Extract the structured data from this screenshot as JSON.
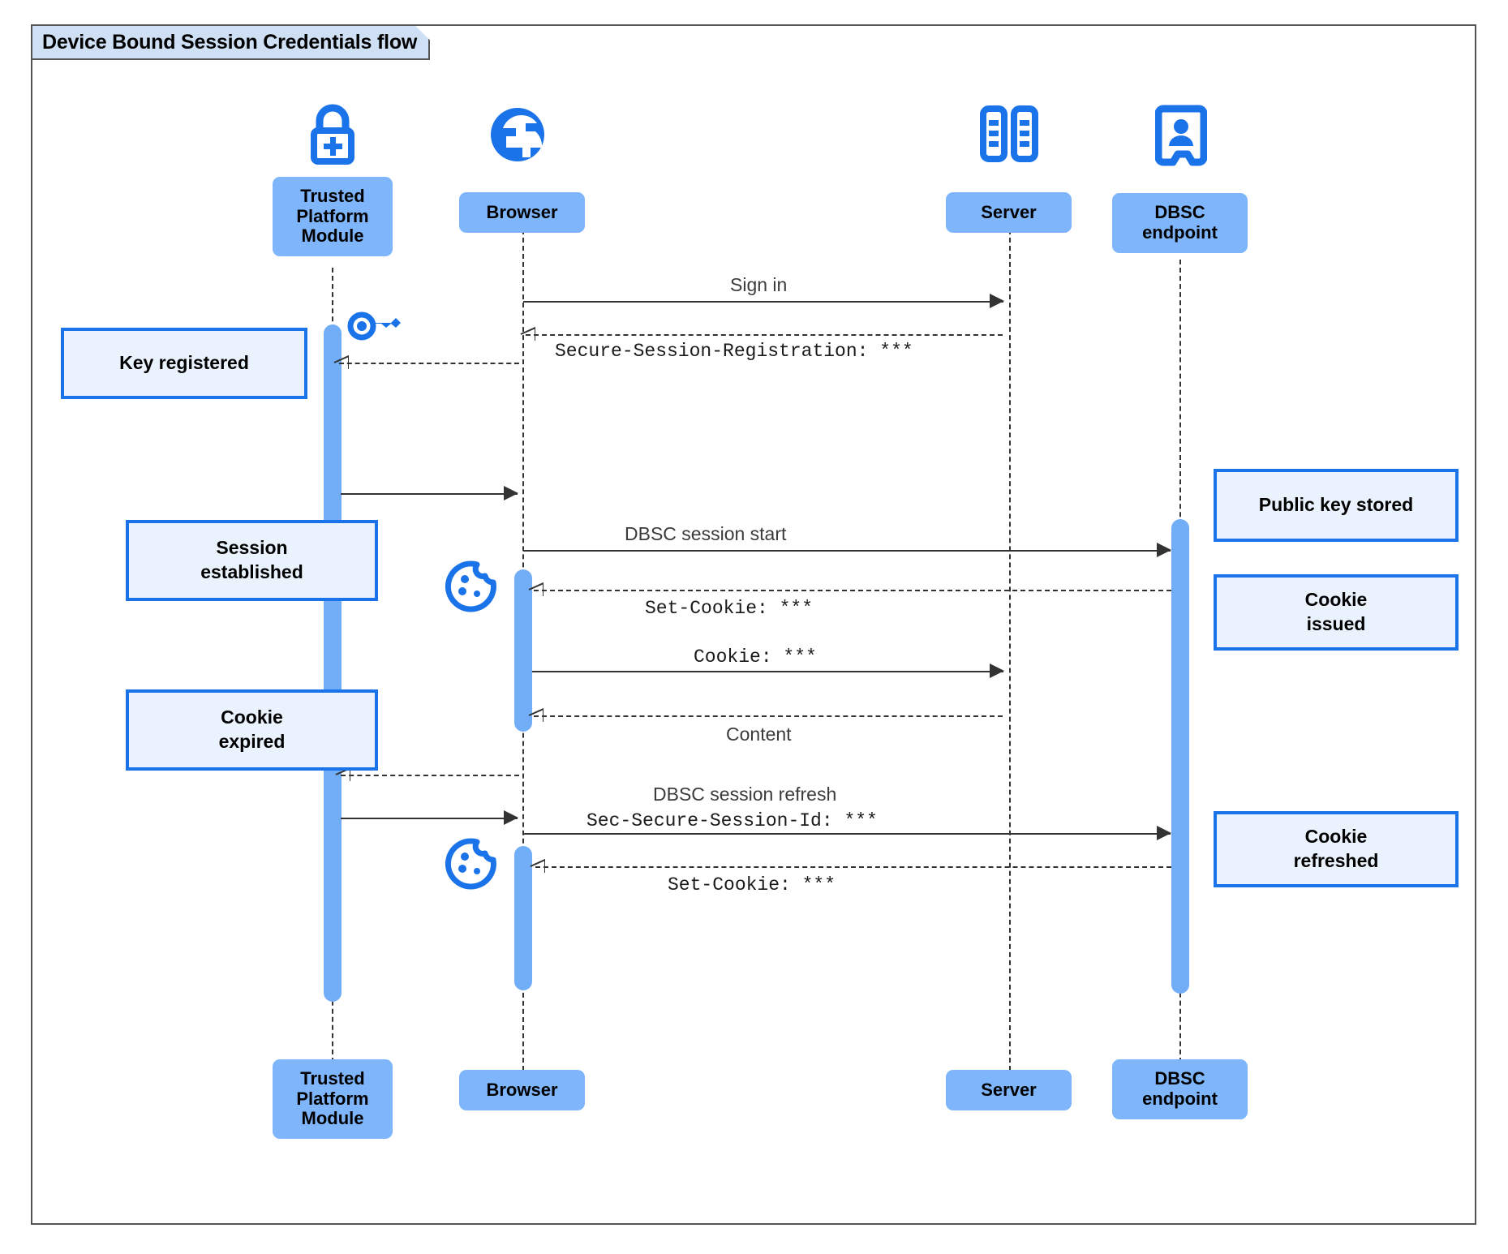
{
  "diagram": {
    "title": "Device Bound Session Credentials flow",
    "type": "uml-sequence-diagram",
    "colors": {
      "participant_fill": "#7eb5fb",
      "activation_fill": "#72aef8",
      "note_fill": "#eaf2fd",
      "note_border": "#1a73e8",
      "icon_blue": "#1a73e8",
      "title_fill": "#cfe0f5",
      "frame_border": "#555555",
      "lifeline": "#333333"
    }
  },
  "participants": [
    {
      "id": "tpm",
      "label": "Trusted\nPlatform\nModule",
      "label_line1": "Trusted",
      "label_line2": "Platform",
      "label_line3": "Module",
      "icon": "padlock-plus-icon"
    },
    {
      "id": "browser",
      "label": "Browser",
      "icon": "globe-icon"
    },
    {
      "id": "server",
      "label": "Server",
      "icon": "server-rack-icon"
    },
    {
      "id": "dbsc",
      "label": "DBSC\nendpoint",
      "label_line1": "DBSC",
      "label_line2": "endpoint",
      "icon": "id-badge-icon"
    }
  ],
  "messages": [
    {
      "id": "m1",
      "from": "browser",
      "to": "server",
      "text": "Sign in",
      "style": "solid",
      "font": "sans"
    },
    {
      "id": "m2",
      "from": "server",
      "to": "browser",
      "text": "Secure-Session-Registration: ***",
      "style": "dashed",
      "font": "mono"
    },
    {
      "id": "m3",
      "from": "browser",
      "to": "tpm",
      "text": "",
      "style": "dashed",
      "font": "mono"
    },
    {
      "id": "m4",
      "from": "tpm",
      "to": "browser",
      "text": "",
      "style": "solid",
      "font": "sans"
    },
    {
      "id": "m5",
      "from": "browser",
      "to": "dbsc",
      "text": "DBSC session start",
      "style": "solid",
      "font": "sans"
    },
    {
      "id": "m6",
      "from": "dbsc",
      "to": "browser",
      "text": "Set-Cookie: ***",
      "style": "dashed",
      "font": "mono"
    },
    {
      "id": "m7",
      "from": "browser",
      "to": "server",
      "text": "Cookie: ***",
      "style": "solid",
      "font": "mono"
    },
    {
      "id": "m8",
      "from": "server",
      "to": "browser",
      "text": "Content",
      "style": "dashed",
      "font": "sans"
    },
    {
      "id": "m9",
      "from": "browser",
      "to": "tpm",
      "text": "",
      "style": "dashed",
      "font": "sans"
    },
    {
      "id": "m10",
      "from": "tpm",
      "to": "browser",
      "text": "",
      "style": "solid",
      "font": "sans"
    },
    {
      "id": "m11",
      "from": "browser",
      "to": "dbsc",
      "text": "DBSC session refresh",
      "text2": "Sec-Secure-Session-Id: ***",
      "style": "solid",
      "font": "sans"
    },
    {
      "id": "m12",
      "from": "dbsc",
      "to": "browser",
      "text": "Set-Cookie: ***",
      "style": "dashed",
      "font": "mono"
    }
  ],
  "notes": [
    {
      "id": "n1",
      "text": "Key registered",
      "anchor": "tpm",
      "lines": [
        "Key registered"
      ]
    },
    {
      "id": "n2",
      "text": "Session established",
      "anchor": "tpm",
      "lines": [
        "Session",
        "established"
      ]
    },
    {
      "id": "n3",
      "text": "Cookie expired",
      "anchor": "tpm",
      "lines": [
        "Cookie",
        "expired"
      ]
    },
    {
      "id": "n4",
      "text": "Public key stored",
      "anchor": "dbsc",
      "lines": [
        "Public key stored"
      ]
    },
    {
      "id": "n5",
      "text": "Cookie issued",
      "anchor": "dbsc",
      "lines": [
        "Cookie",
        "issued"
      ]
    },
    {
      "id": "n6",
      "text": "Cookie refreshed",
      "anchor": "dbsc",
      "lines": [
        "Cookie",
        "refreshed"
      ]
    }
  ],
  "decorations": [
    {
      "id": "d1",
      "icon": "key-icon",
      "near": "tpm"
    },
    {
      "id": "d2",
      "icon": "cookie-icon",
      "near": "browser"
    },
    {
      "id": "d3",
      "icon": "cookie-icon",
      "near": "browser"
    }
  ]
}
